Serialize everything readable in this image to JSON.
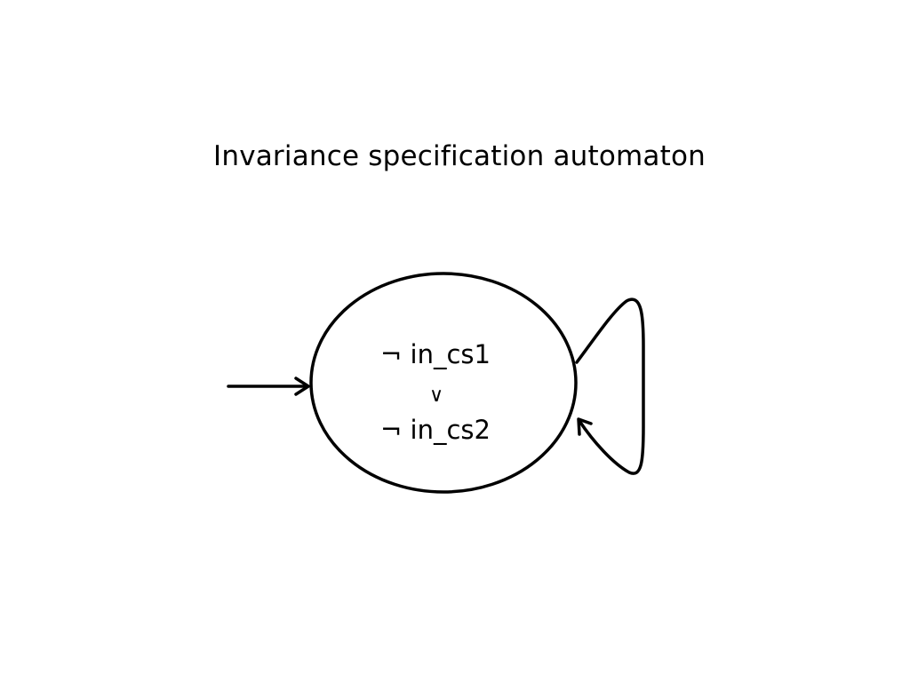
{
  "title": "Invariance specification automaton",
  "state": {
    "line1": "¬ in_cs1",
    "line2": "∨",
    "line3": "¬ in_cs2"
  },
  "colors": {
    "stroke": "#000000",
    "background": "#ffffff"
  }
}
